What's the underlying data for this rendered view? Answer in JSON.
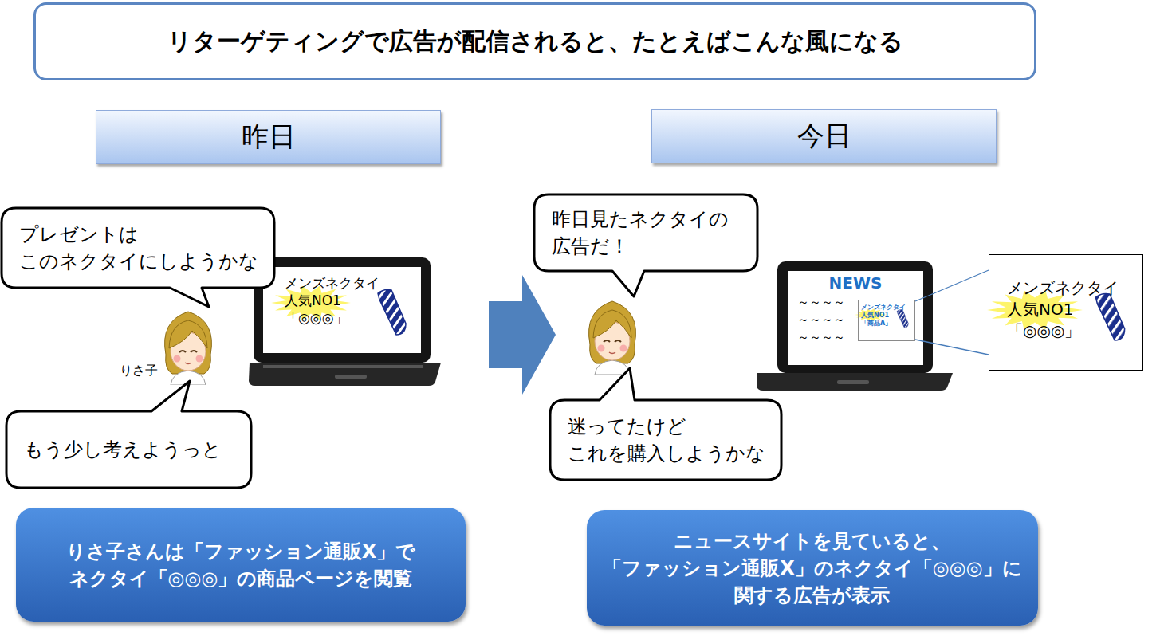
{
  "diagram": {
    "title": "リターゲティングで広告が配信されると、たとえばこんな風になる",
    "nodes": [
      {
        "text": [
          "昨日"
        ]
      },
      {
        "text": [
          "今日"
        ]
      },
      {
        "text": [
          "プレゼントは このネクタイにしようかな"
        ]
      },
      {
        "text": [
          "メンズネクタイ 人気NO1 「◎◎◎」"
        ]
      },
      {
        "text": [
          "もう少し考えようっと"
        ]
      },
      {
        "text": [
          "昨日見たネクタイの 広告だ！"
        ]
      },
      {
        "text": [
          "NEWS"
        ]
      },
      {
        "text": [
          "メンズネクタイ 人気NO1 「商品A」"
        ],
        "in": 6
      },
      {
        "text": [
          "メンズネクタイ 人気NO1 「◎◎◎」"
        ]
      },
      {
        "text": [
          "迷ってたけど これを購入しようかな"
        ]
      },
      {
        "text": [
          "りさ子さんは「ファッション通販X」で ネクタイ「◎◎◎」の商品ページを閲覧"
        ]
      },
      {
        "text": [
          "ニュースサイトを見ていると、 「ファッション通販X」のネクタイ「◎◎◎」に 関する広告が表示"
        ]
      }
    ],
    "edges": [
      {
        "from": 7,
        "to": 8,
        "arrow": "none"
      }
    ],
    "labels": [
      "りさ子",
      "～～～～",
      "～～～～",
      "～～～～"
    ]
  }
}
